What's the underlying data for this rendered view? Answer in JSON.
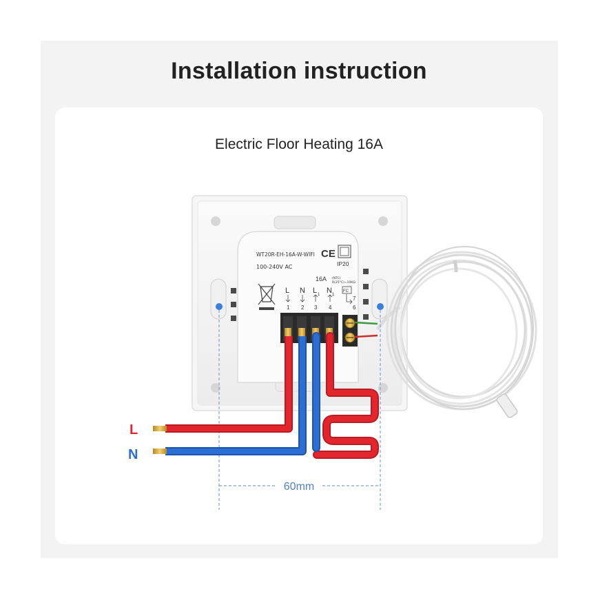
{
  "title": "Installation instruction",
  "subtitle": "Electric Floor Heating 16A",
  "device": {
    "model": "WT20R-EH-16A-W-WIFI",
    "voltage": "100-240V AC",
    "ce_mark": "CE",
    "ip_rating": "IP20",
    "current": "16A",
    "sensor_spec_line1": "(NTC)",
    "sensor_spec_line2": "R(25°C)=10KΩ",
    "sensor_tag": "FC",
    "terminals": [
      {
        "label": "L",
        "number": "1"
      },
      {
        "label": "N",
        "number": "2"
      },
      {
        "label": "L",
        "sub": "1",
        "number": "3"
      },
      {
        "label": "N",
        "sub": "1",
        "number": "4"
      }
    ],
    "sensor_terminals": [
      "7",
      "6"
    ]
  },
  "wires": {
    "live_label": "L",
    "neutral_label": "N",
    "live_color": "#e3262e",
    "neutral_color": "#2b6fd6"
  },
  "dimension": {
    "label": "60mm"
  },
  "colors": {
    "title_text": "#222222",
    "mount_dot": "#3a7fe0",
    "dimension_line": "#7aa2d6"
  }
}
